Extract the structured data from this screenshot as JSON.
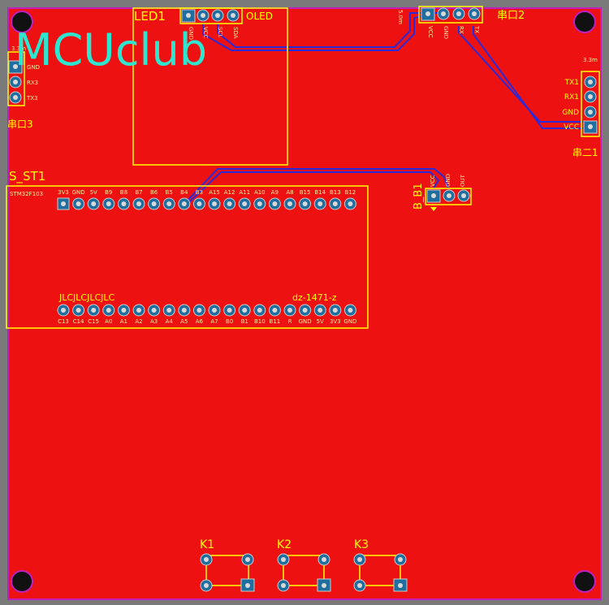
{
  "board": {
    "background": "#7a7a7a",
    "copper_color": "#ee1111",
    "outline_color": "#c020c0",
    "silk_color": "#ffff00",
    "track_color": "#2a2ad8",
    "pad_color": "#1e6fa0",
    "logo_color": "#2ee6cf"
  },
  "labels": {
    "logo": "MCUclub",
    "led1": "LED1",
    "oled": "OLED",
    "uart2": "串口2",
    "uart3": "串口3",
    "uart_right": "串二1",
    "s_st1": "S_ST1",
    "b_b1": "B_B1",
    "jlc": "JLCJLCJLCJLC",
    "dz": "dz-1471-z",
    "k1": "K1",
    "k2": "K2",
    "k3": "K3",
    "oled_pins": [
      "GND",
      "VCC",
      "SCL",
      "SDA"
    ],
    "uart2_pins": [
      "VCC",
      "GND",
      "RX",
      "TX"
    ],
    "uart2_header": "5.0m",
    "uart3_header": "3.3m",
    "uart3_pins": [
      "GND",
      "RX3",
      "TX3"
    ],
    "uart_right_header": "3.3m",
    "uart_right_pins": [
      "TX1",
      "RX1",
      "GND",
      "VCC"
    ],
    "bb1_pins": [
      "VCC",
      "GND",
      "OUT"
    ],
    "s_st1_header": "STM32F103",
    "top_row_pins": [
      "3V3",
      "GND",
      "5V",
      "B9",
      "B8",
      "B7",
      "B6",
      "B5",
      "B4",
      "B3",
      "A15",
      "A12",
      "A11",
      "A10",
      "A9",
      "A8",
      "B15",
      "B14",
      "B13",
      "B12"
    ],
    "bottom_row_pins": [
      "C13",
      "C14",
      "C15",
      "A0",
      "A1",
      "A2",
      "A3",
      "A4",
      "A5",
      "A6",
      "A7",
      "B0",
      "B1",
      "B10",
      "B11",
      "R",
      "GND",
      "5V",
      "3V3",
      "GND"
    ]
  }
}
